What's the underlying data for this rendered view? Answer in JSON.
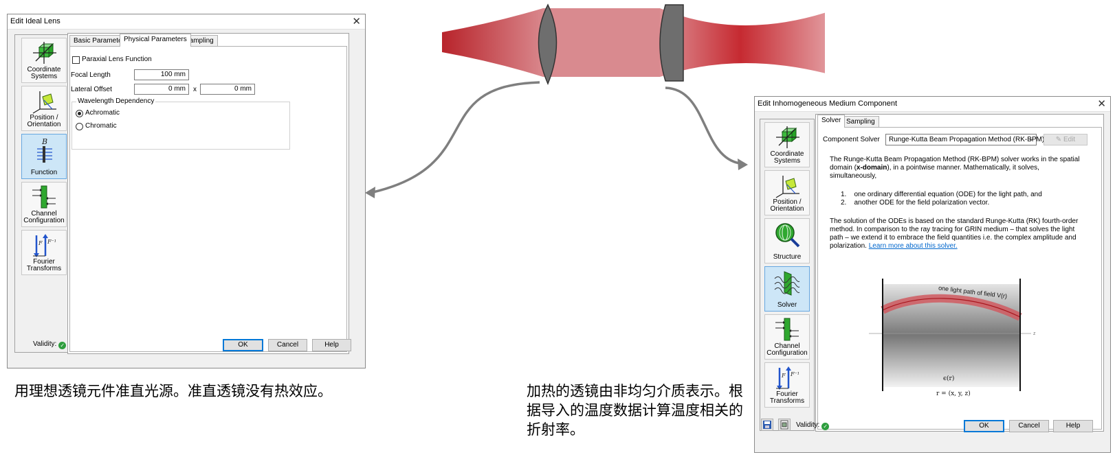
{
  "lens_dialog": {
    "title": "Edit Ideal Lens",
    "close_glyph": "✕",
    "sidebar": [
      {
        "label": "Coordinate Systems",
        "icon": "coordinate-systems-icon"
      },
      {
        "label": "Position / Orientation",
        "icon": "position-orientation-icon"
      },
      {
        "label": "Function",
        "icon": "function-icon"
      },
      {
        "label": "Channel Configuration",
        "icon": "channel-configuration-icon"
      },
      {
        "label": "Fourier Transforms",
        "icon": "fourier-transforms-icon"
      }
    ],
    "tabs": [
      "Basic Parameters",
      "Physical Parameters",
      "Sampling"
    ],
    "active_tab": "Physical Parameters",
    "paraxial_label": "Paraxial Lens Function",
    "paraxial_checked": false,
    "focal_length_label": "Focal Length",
    "focal_length_value": "100 mm",
    "lateral_offset_label": "Lateral Offset",
    "lateral_offset_x": "0 mm",
    "lateral_offset_sep": "x",
    "lateral_offset_y": "0 mm",
    "wavelength_group_label": "Wavelength Dependency",
    "achromatic_label": "Achromatic",
    "chromatic_label": "Chromatic",
    "selected_dependency": "Achromatic",
    "validity_label": "Validity:",
    "ok_label": "OK",
    "cancel_label": "Cancel",
    "help_label": "Help"
  },
  "medium_dialog": {
    "title": "Edit Inhomogeneous Medium Component",
    "close_glyph": "✕",
    "sidebar": [
      {
        "label": "Coordinate Systems",
        "icon": "coordinate-systems-icon"
      },
      {
        "label": "Position / Orientation",
        "icon": "position-orientation-icon"
      },
      {
        "label": "Structure",
        "icon": "structure-icon"
      },
      {
        "label": "Solver",
        "icon": "solver-icon"
      },
      {
        "label": "Channel Configuration",
        "icon": "channel-configuration-icon"
      },
      {
        "label": "Fourier Transforms",
        "icon": "fourier-transforms-icon"
      }
    ],
    "tabs": [
      "Solver",
      "Sampling"
    ],
    "active_tab": "Solver",
    "component_solver_label": "Component Solver",
    "component_solver_value": "Runge-Kutta Beam Propagation Method (RK-BPM)",
    "edit_label": "Edit",
    "paragraph1_a": "The Runge-Kutta Beam Propagation Method (RK-BPM) solver works in the spatial domain (",
    "paragraph1_bold": "x-domain",
    "paragraph1_b": "), in a pointwise manner. Mathematically, it solves, simultaneously,",
    "list": [
      {
        "num": "1.",
        "text": "one ordinary differential equation (ODE) for the light path, and"
      },
      {
        "num": "2.",
        "text": "another ODE for the field polarization vector."
      }
    ],
    "paragraph2": "The solution of the ODEs is based on the standard Runge-Kutta (RK) fourth-order method. In comparison to the ray tracing for GRIN medium – that solves the light path – we extend it to embrace the field quantities i.e. the complex amplitude and polarization.",
    "link_label": "Learn more about this solver.",
    "diagram_path_label": "one light path of field V(r)",
    "diagram_axis_label": "z",
    "diagram_eps_label": "ϵ(r)",
    "diagram_r_label": "r = (x, y, z)",
    "validity_label": "Validity:",
    "ok_label": "OK",
    "cancel_label": "Cancel",
    "help_label": "Help"
  },
  "captions": {
    "left": "用理想透镜元件准直光源。准直透镜没有热效应。",
    "right": "加热的透镜由非均匀介质表示。根据导入的温度数据计算温度相关的折射率。"
  },
  "colors": {
    "beam": "#c0262c",
    "lens": "#6e6e6e",
    "active_sidebar": "#cde6f7",
    "valid_green": "#2e9e3e",
    "link": "#0066cc"
  }
}
